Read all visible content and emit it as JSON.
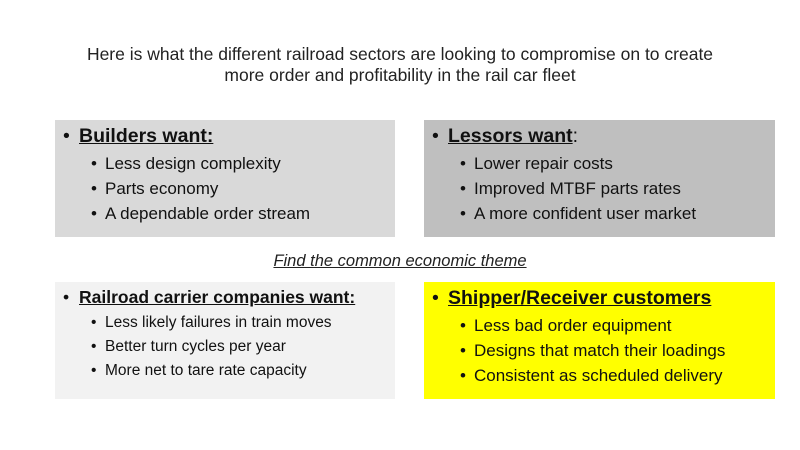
{
  "intro": {
    "line1": "Here is what the different railroad sectors are looking to compromise on to create",
    "line2": "more order and profitability in the rail car fleet"
  },
  "theme": "Find the common economic theme",
  "bullet_symbol": "•",
  "colors": {
    "builders_bg": "#d9d9d9",
    "lessors_bg": "#bfbfbf",
    "carriers_bg": "#f2f2f2",
    "shippers_bg": "#ffff00"
  },
  "boxes": {
    "builders": {
      "heading": "Builders want:",
      "suffix": "",
      "items": [
        "Less design complexity",
        "Parts economy",
        "A dependable order stream"
      ]
    },
    "lessors": {
      "heading": "Lessors want",
      "suffix": ":",
      "items": [
        "Lower repair costs",
        "Improved MTBF parts rates",
        "A more confident user market"
      ]
    },
    "carriers": {
      "heading": "Railroad carrier companies want:",
      "suffix": "",
      "items": [
        "Less likely failures in train moves",
        "Better turn cycles per year",
        "More net to tare rate capacity"
      ]
    },
    "shippers": {
      "heading": "Shipper/Receiver customers",
      "suffix": "",
      "items": [
        "Less bad order equipment",
        "Designs that match their loadings",
        "Consistent as scheduled delivery"
      ]
    }
  }
}
